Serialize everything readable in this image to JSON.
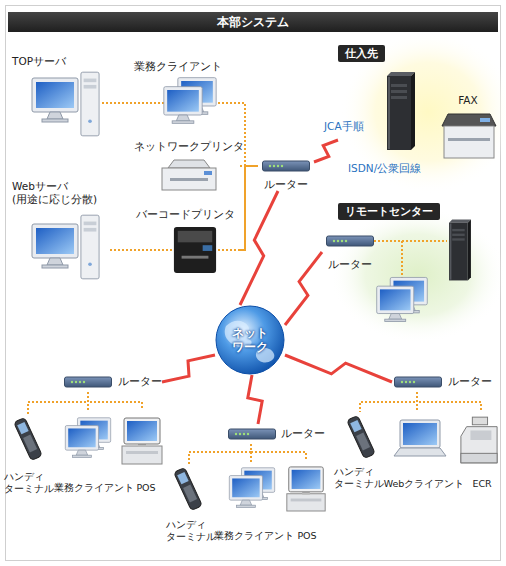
{
  "diagram": {
    "title": "本部システム",
    "nodes": [
      {
        "text": [
          "TOPサーバ"
        ]
      },
      {
        "text": [
          "業務クライアント"
        ]
      },
      {
        "text": [
          "Webサーバ (用途に応じ分散)"
        ]
      },
      {
        "text": [
          "ネットワークプリンタ"
        ]
      },
      {
        "text": [
          "バーコードプリンタ"
        ]
      },
      {
        "text": [
          "ルーター"
        ]
      },
      {
        "text": [
          "仕入先"
        ]
      },
      {
        "text": [
          "FAX"
        ],
        "in": 6
      },
      {
        "text": [
          "リモートセンター"
        ]
      },
      {
        "text": [
          "ルーター"
        ],
        "in": 8
      },
      {
        "text": [
          "ネットワーク"
        ]
      },
      {
        "text": [
          "ルーター"
        ]
      },
      {
        "text": [
          "ハンディ ターミナル"
        ]
      },
      {
        "text": [
          "業務クライアント"
        ]
      },
      {
        "text": [
          "POS"
        ]
      },
      {
        "text": [
          "ルーター"
        ]
      },
      {
        "text": [
          "ハンディ ターミナル"
        ]
      },
      {
        "text": [
          "業務クライアント"
        ]
      },
      {
        "text": [
          "POS"
        ]
      },
      {
        "text": [
          "ルーター"
        ]
      },
      {
        "text": [
          "ハンディ ターミナル"
        ]
      },
      {
        "text": [
          "Webクライアント"
        ]
      },
      {
        "text": [
          "ECR"
        ]
      }
    ],
    "edges": [
      {
        "from": 0,
        "to": 5,
        "arrow": "none"
      },
      {
        "from": 1,
        "to": 5,
        "arrow": "none"
      },
      {
        "from": 2,
        "to": 5,
        "arrow": "none"
      },
      {
        "from": 3,
        "to": 5,
        "arrow": "none"
      },
      {
        "from": 4,
        "to": 5,
        "arrow": "none"
      },
      {
        "from": 5,
        "to": 6,
        "arrow": "none"
      },
      {
        "from": 10,
        "to": 5,
        "arrow": "none"
      },
      {
        "from": 10,
        "to": 9,
        "arrow": "none"
      },
      {
        "from": 10,
        "to": 11,
        "arrow": "none"
      },
      {
        "from": 10,
        "to": 15,
        "arrow": "none"
      },
      {
        "from": 10,
        "to": 19,
        "arrow": "none"
      },
      {
        "from": 11,
        "to": 12,
        "arrow": "none"
      },
      {
        "from": 11,
        "to": 13,
        "arrow": "none"
      },
      {
        "from": 11,
        "to": 14,
        "arrow": "none"
      },
      {
        "from": 15,
        "to": 16,
        "arrow": "none"
      },
      {
        "from": 15,
        "to": 17,
        "arrow": "none"
      },
      {
        "from": 15,
        "to": 18,
        "arrow": "none"
      },
      {
        "from": 19,
        "to": 20,
        "arrow": "none"
      },
      {
        "from": 19,
        "to": 21,
        "arrow": "none"
      },
      {
        "from": 19,
        "to": 22,
        "arrow": "none"
      }
    ],
    "labels": [
      "JCA手順",
      "ISDN/公衆回線"
    ]
  }
}
